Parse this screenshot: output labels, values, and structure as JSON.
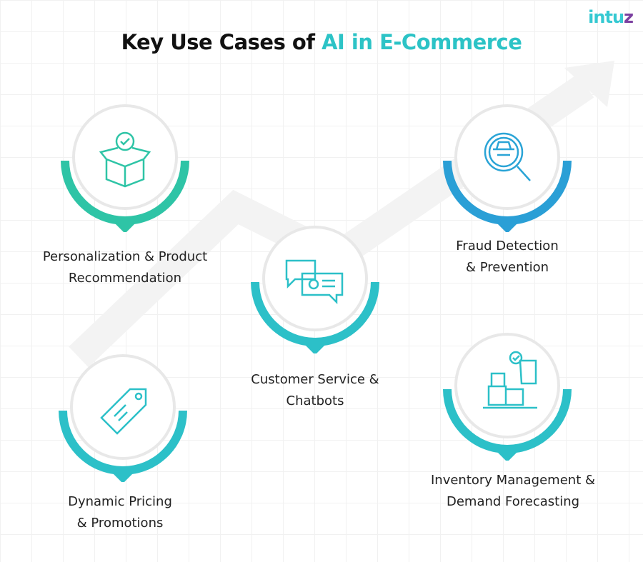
{
  "title": {
    "prefix": "Key Use Cases of ",
    "highlight": "AI in  E-Commerce"
  },
  "logo": {
    "text": "intu",
    "z": "z"
  },
  "colors": {
    "teal": "#2ec4a6",
    "cyan": "#2cc0c8",
    "blue": "#2a9fd6"
  },
  "use_cases": [
    {
      "icon": "box-check-icon",
      "line1": "Personalization & Product",
      "line2": "Recommendation"
    },
    {
      "icon": "chat-support-icon",
      "line1": "Customer Service &",
      "line2": "Chatbots"
    },
    {
      "icon": "fraud-magnifier-icon",
      "line1": "Fraud Detection",
      "line2": "& Prevention"
    },
    {
      "icon": "price-tag-icon",
      "line1": "Dynamic Pricing",
      "line2": "& Promotions"
    },
    {
      "icon": "inventory-boxes-icon",
      "line1": "Inventory Management &",
      "line2": "Demand Forecasting"
    }
  ]
}
